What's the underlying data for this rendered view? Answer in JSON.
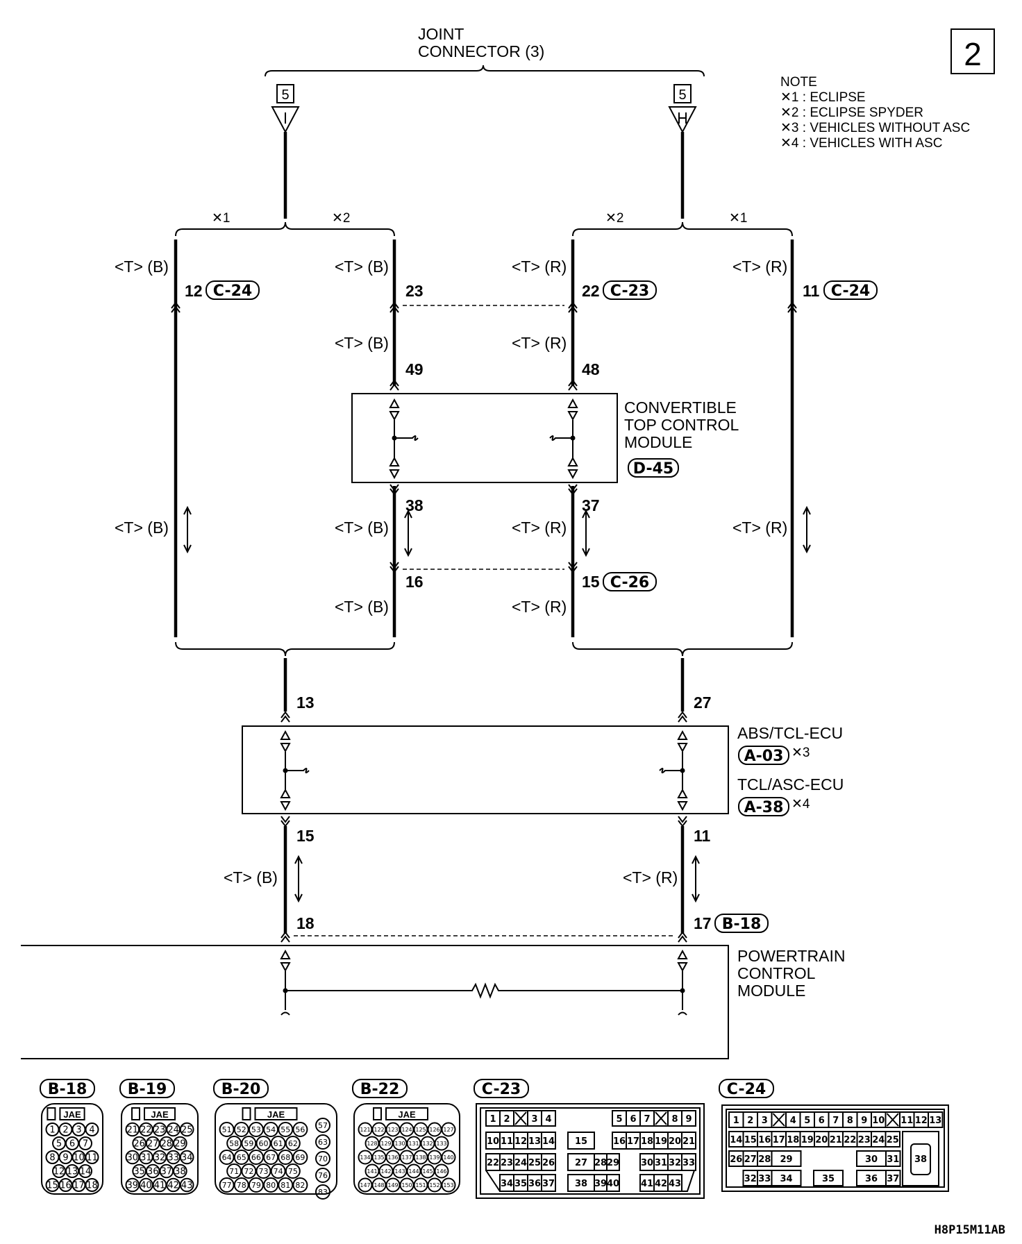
{
  "page_number": "2",
  "joint_connector": {
    "line1": "JOINT",
    "line2": "CONNECTOR (3)",
    "left_pin": "5",
    "right_pin": "5"
  },
  "note": {
    "title": "NOTE",
    "items": [
      "✕1 : ECLIPSE",
      "✕2 : ECLIPSE SPYDER",
      "✕3 : VEHICLES WITHOUT ASC",
      "✕4 : VEHICLES WITH ASC"
    ]
  },
  "star1": "✕1",
  "star2": "✕2",
  "wire_black": "<T> (B)",
  "wire_red": "<T> (R)",
  "pins": {
    "p12": "12",
    "p23": "23",
    "p22": "22",
    "p11": "11",
    "p49": "49",
    "p48": "48",
    "p38": "38",
    "p37": "37",
    "p16": "16",
    "p15c": "15",
    "p13": "13",
    "p27": "27",
    "p15": "15",
    "p11b": "11",
    "p18": "18",
    "p17": "17"
  },
  "codes": {
    "c24": "C-24",
    "c23": "C-23",
    "c26": "C-26",
    "d45": "D-45",
    "a03": "A-03",
    "a38": "A-38",
    "b18": "B-18"
  },
  "modules": {
    "convertible": [
      "CONVERTIBLE",
      "TOP CONTROL",
      "MODULE"
    ],
    "abs": "ABS/TCL-ECU",
    "abs_note": "✕3",
    "tcl": "TCL/ASC-ECU",
    "tcl_note": "✕4",
    "pcm": [
      "POWERTRAIN",
      "CONTROL",
      "MODULE"
    ]
  },
  "connectors": {
    "b18": {
      "label": "B-18",
      "brand": "JAE",
      "rows": [
        [
          "1",
          "2",
          "3",
          "4"
        ],
        [
          "5",
          "6",
          "7"
        ],
        [
          "8",
          "9",
          "10",
          "11"
        ],
        [
          "12",
          "13",
          "14"
        ],
        [
          "15",
          "16",
          "17",
          "18"
        ]
      ]
    },
    "b19": {
      "label": "B-19",
      "brand": "JAE",
      "rows": [
        [
          "21",
          "22",
          "23",
          "24",
          "25"
        ],
        [
          "26",
          "27",
          "28",
          "29"
        ],
        [
          "30",
          "31",
          "32",
          "33",
          "34"
        ],
        [
          "35",
          "36",
          "37",
          "38"
        ],
        [
          "39",
          "40",
          "41",
          "42",
          "43"
        ]
      ]
    },
    "b20": {
      "label": "B-20",
      "brand": "JAE",
      "rows": [
        [
          "51",
          "52",
          "53",
          "54",
          "55",
          "56"
        ],
        [
          "58",
          "59",
          "60",
          "61",
          "62"
        ],
        [
          "64",
          "65",
          "66",
          "67",
          "68",
          "69"
        ],
        [
          "71",
          "72",
          "73",
          "74",
          "75"
        ],
        [
          "77",
          "78",
          "79",
          "80",
          "81",
          "82"
        ]
      ],
      "side": [
        "57",
        "63",
        "70",
        "76",
        "83"
      ]
    },
    "b22": {
      "label": "B-22",
      "brand": "JAE",
      "rows": [
        [
          "121",
          "122",
          "123",
          "124",
          "125",
          "126",
          "127"
        ],
        [
          "128",
          "129",
          "130",
          "131",
          "132",
          "133"
        ],
        [
          "134",
          "135",
          "136",
          "137",
          "138",
          "139",
          "140"
        ],
        [
          "141",
          "142",
          "143",
          "144",
          "145",
          "146"
        ],
        [
          "147",
          "148",
          "149",
          "150",
          "151",
          "152",
          "153"
        ]
      ]
    },
    "c23": {
      "label": "C-23",
      "r1a": [
        "1",
        "2",
        "X",
        "3",
        "4"
      ],
      "r1b": [
        "5",
        "6",
        "7",
        "X",
        "8",
        "9"
      ],
      "r2a": [
        "10",
        "11",
        "12",
        "13",
        "14"
      ],
      "r2m": "15",
      "r2b": [
        "16",
        "17",
        "18",
        "19",
        "20",
        "21"
      ],
      "r3a": [
        "22",
        "23",
        "24",
        "25",
        "26"
      ],
      "r3m": [
        "27",
        "28",
        "29"
      ],
      "r3b": [
        "30",
        "31",
        "32",
        "33"
      ],
      "r4a": [
        "34",
        "35",
        "36",
        "37"
      ],
      "r4m": [
        "38",
        "39",
        "40"
      ],
      "r4b": [
        "41",
        "42",
        "43"
      ]
    },
    "c24": {
      "label": "C-24",
      "r1": [
        "1",
        "2",
        "3",
        "X",
        "4",
        "5",
        "6",
        "7",
        "8",
        "9",
        "10",
        "X",
        "11",
        "12",
        "13"
      ],
      "r2": [
        "14",
        "15",
        "16",
        "17",
        "18",
        "19",
        "20",
        "21",
        "22",
        "23",
        "24",
        "25"
      ],
      "r3": [
        "26",
        "27",
        "28",
        "29",
        "30",
        "31"
      ],
      "r4": [
        "32",
        "33",
        "34",
        "35",
        "36",
        "37"
      ],
      "big": "38"
    }
  },
  "footer_code": "H8P15M11AB"
}
